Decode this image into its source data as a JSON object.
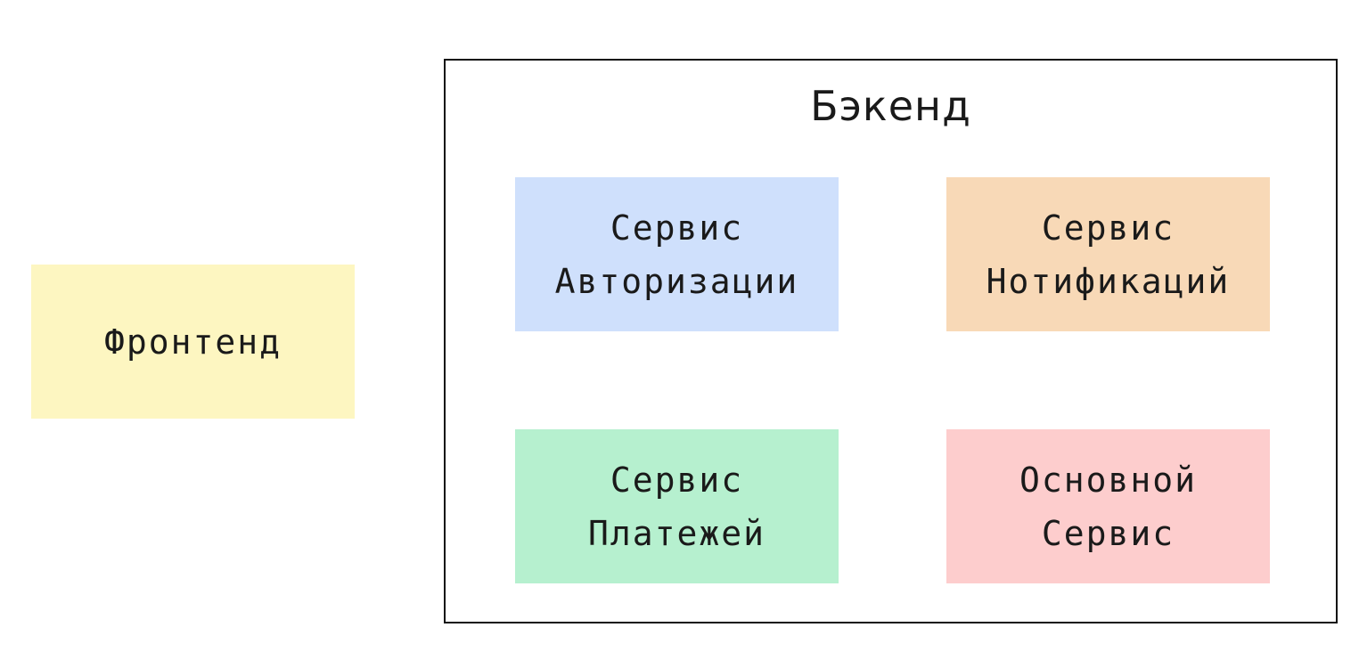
{
  "frontend": {
    "label": "Фронтенд",
    "color": "#fdf6c1"
  },
  "backend": {
    "title": "Бэкенд",
    "services": [
      {
        "line1": "Сервис",
        "line2": "Авторизации",
        "color": "#cfe0fc"
      },
      {
        "line1": "Сервис",
        "line2": "Нотификаций",
        "color": "#f8d9b7"
      },
      {
        "line1": "Сервис",
        "line2": "Платежей",
        "color": "#b6f0cf"
      },
      {
        "line1": "Основной",
        "line2": "Сервис",
        "color": "#fdcdcd"
      }
    ]
  }
}
